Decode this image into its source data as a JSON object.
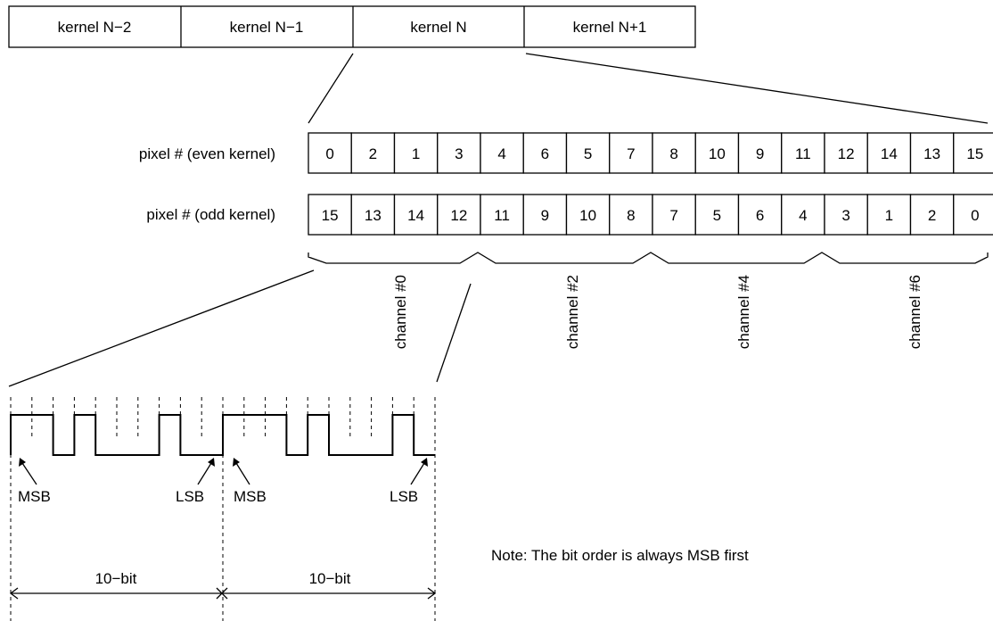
{
  "kernels": [
    "kernel N−2",
    "kernel N−1",
    "kernel N",
    "kernel N+1"
  ],
  "rows": [
    {
      "label": "pixel # (even kernel)",
      "pixels": [
        "0",
        "2",
        "1",
        "3",
        "4",
        "6",
        "5",
        "7",
        "8",
        "10",
        "9",
        "11",
        "12",
        "14",
        "13",
        "15"
      ]
    },
    {
      "label": "pixel # (odd kernel)",
      "pixels": [
        "15",
        "13",
        "14",
        "12",
        "11",
        "9",
        "10",
        "8",
        "7",
        "5",
        "6",
        "4",
        "3",
        "1",
        "2",
        "0"
      ]
    }
  ],
  "channels": [
    "channel #0",
    "channel #2",
    "channel #4",
    "channel #6"
  ],
  "bit_labels": {
    "msb": "MSB",
    "lsb": "LSB"
  },
  "word_width": "10−bit",
  "note": "Note:  The bit order is always MSB first",
  "waveform_bits": [
    [
      1,
      1,
      0,
      1,
      0,
      0,
      0,
      1,
      0,
      0
    ],
    [
      1,
      1,
      1,
      0,
      1,
      0,
      0,
      0,
      1,
      0
    ]
  ]
}
